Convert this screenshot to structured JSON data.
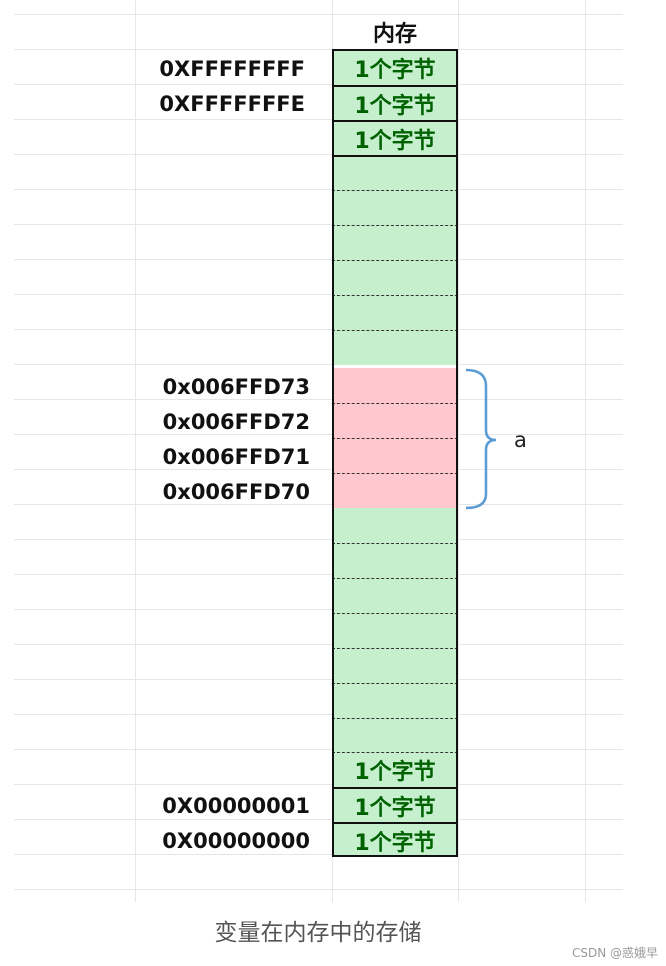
{
  "memory": {
    "header": "内存",
    "byte_label": "1个字节",
    "top_addresses": [
      "0XFFFFFFFF",
      "0XFFFFFFFE"
    ],
    "variable_addresses": [
      "0x006FFD73",
      "0x006FFD72",
      "0x006FFD71",
      "0x006FFD70"
    ],
    "bottom_addresses": [
      "0X00000001",
      "0X00000000"
    ],
    "variable_name": "a"
  },
  "caption": "变量在内存中的存储",
  "watermark": "CSDN @惑娥早",
  "colors": {
    "cell_fill": "#c6efce",
    "variable_fill": "#ffc7ce",
    "byte_text": "#006100",
    "brace": "#5b9bd5"
  }
}
